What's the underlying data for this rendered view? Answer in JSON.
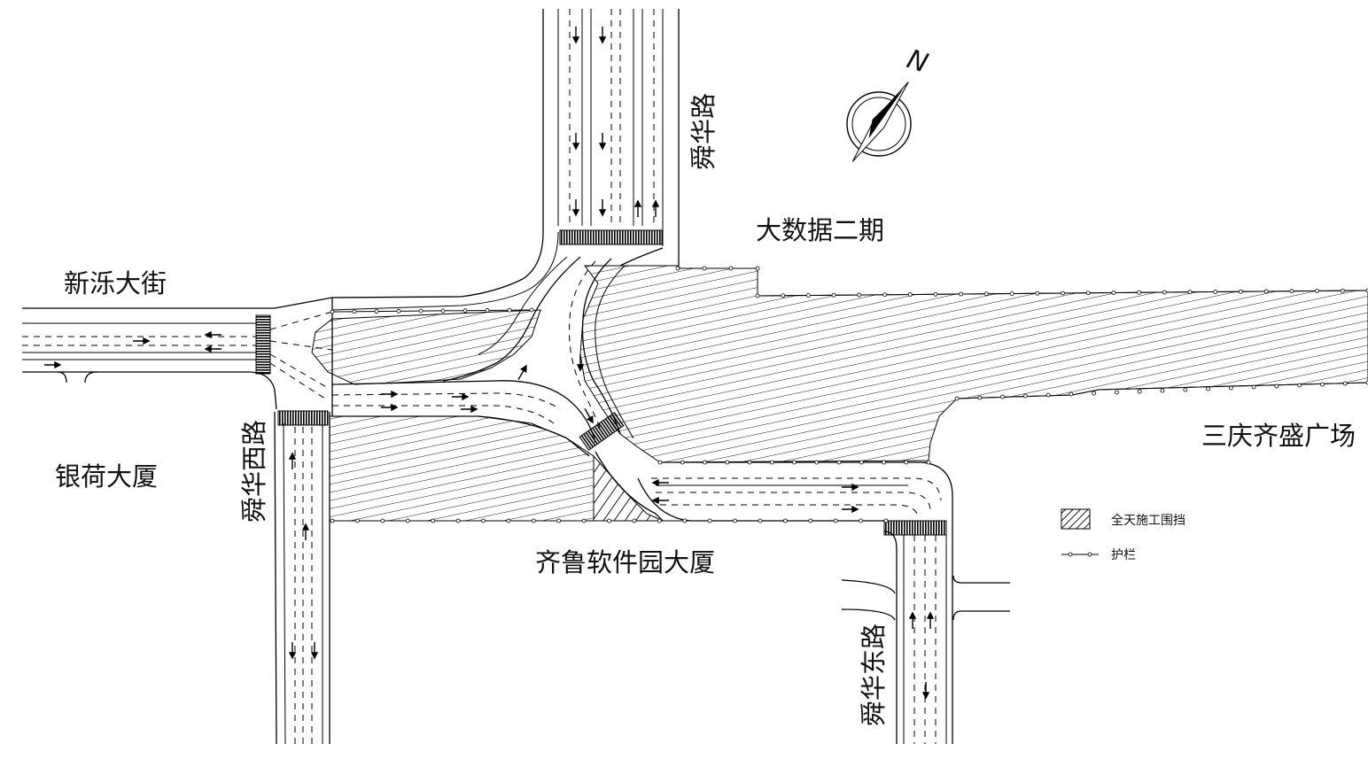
{
  "labels": {
    "shunhua_road": "舜华路",
    "big_data_phase2": "大数据二期",
    "xinluo_street": "新泺大街",
    "yinhe_building": "银荷大厦",
    "shunhua_west_road": "舜华西路",
    "sanqing_plaza": "三庆齐盛广场",
    "qilu_software_park": "齐鲁软件园大厦",
    "shunhua_east_road": "舜华东路"
  },
  "compass": {
    "north_letter": "N",
    "icon": "north-arrow-icon"
  },
  "legend": {
    "items": [
      {
        "symbol": "hatch-icon",
        "label": "全天施工围挡"
      },
      {
        "symbol": "guardrail-icon",
        "label": "护栏"
      }
    ]
  },
  "colors": {
    "ink": "#000000",
    "paper": "#ffffff"
  }
}
